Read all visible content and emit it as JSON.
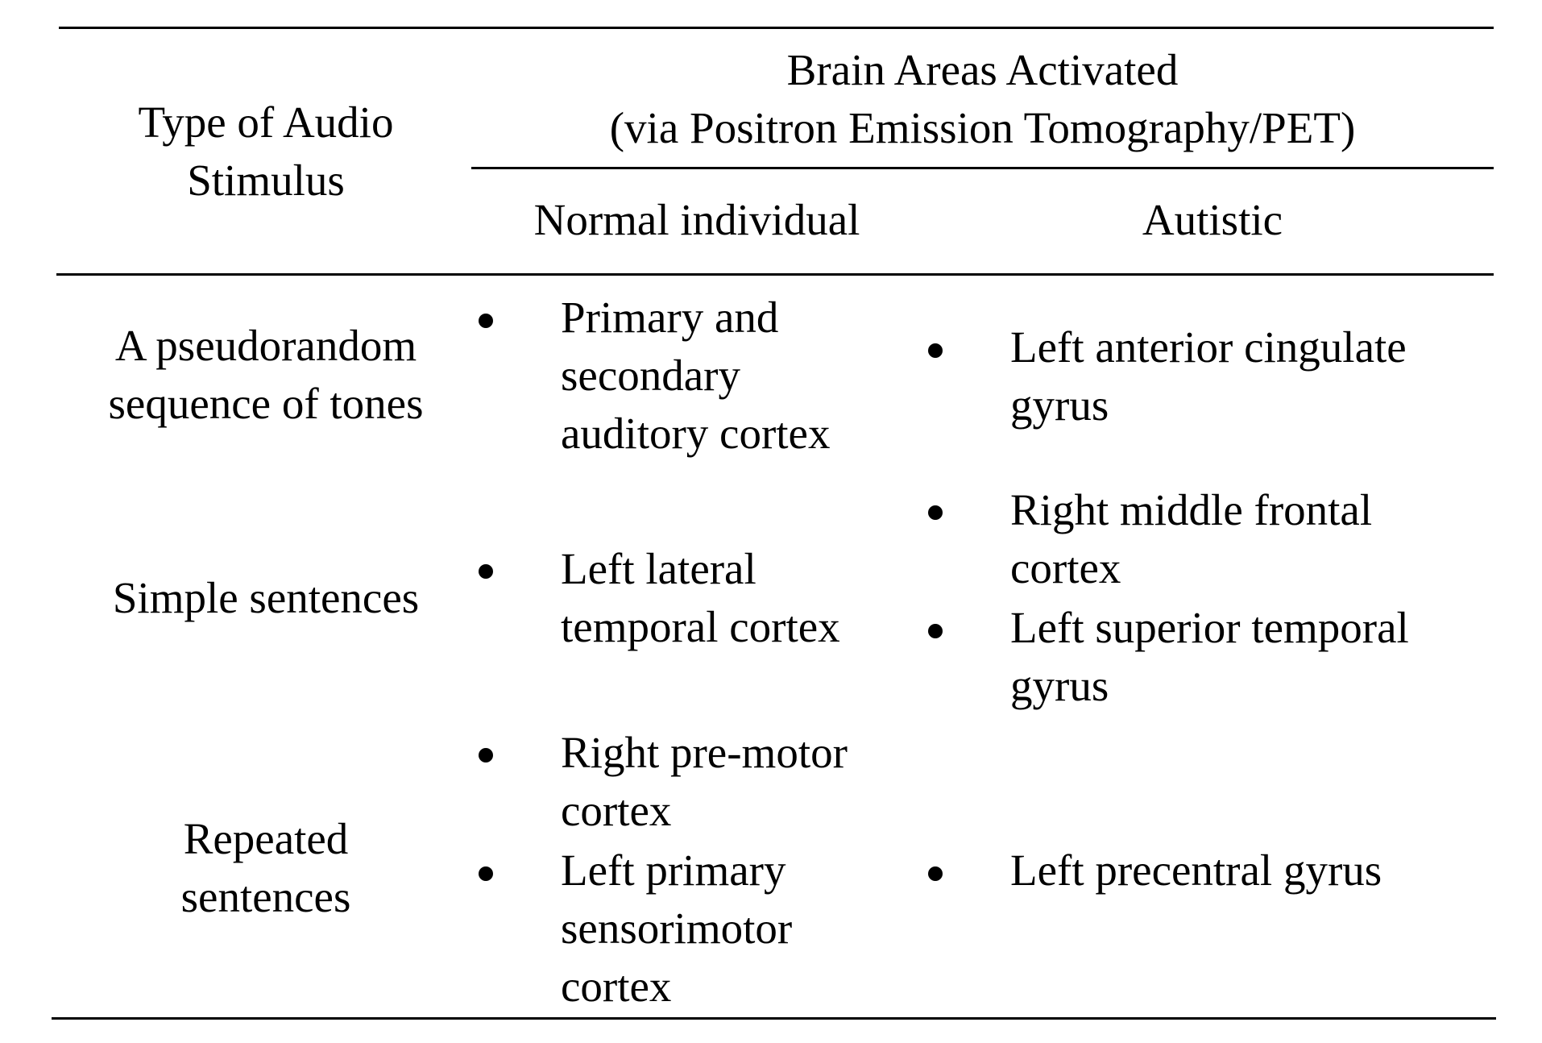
{
  "table": {
    "header": {
      "stimulus_col": [
        "Type of Audio",
        "Stimulus"
      ],
      "brain_areas": [
        "Brain Areas Activated",
        "(via Positron Emission Tomography/PET)"
      ],
      "normal_col": "Normal individual",
      "autistic_col": "Autistic"
    },
    "rows": [
      {
        "stimulus": [
          "A pseudorandom",
          "sequence of tones"
        ],
        "normal": [
          [
            "Primary and",
            "secondary",
            "auditory cortex"
          ]
        ],
        "autistic": [
          [
            "Left anterior cingulate",
            "gyrus"
          ]
        ]
      },
      {
        "stimulus": [
          "Simple sentences"
        ],
        "normal": [
          [
            "Left lateral",
            "temporal cortex"
          ]
        ],
        "autistic": [
          [
            "Right middle frontal",
            "cortex"
          ],
          [
            "Left superior temporal",
            "gyrus"
          ]
        ]
      },
      {
        "stimulus": [
          "Repeated",
          "sentences"
        ],
        "normal": [
          [
            "Right pre-motor",
            "cortex"
          ],
          [
            "Left primary",
            "sensorimotor",
            "cortex"
          ]
        ],
        "autistic": [
          [
            "Left precentral gyrus"
          ]
        ]
      }
    ]
  }
}
